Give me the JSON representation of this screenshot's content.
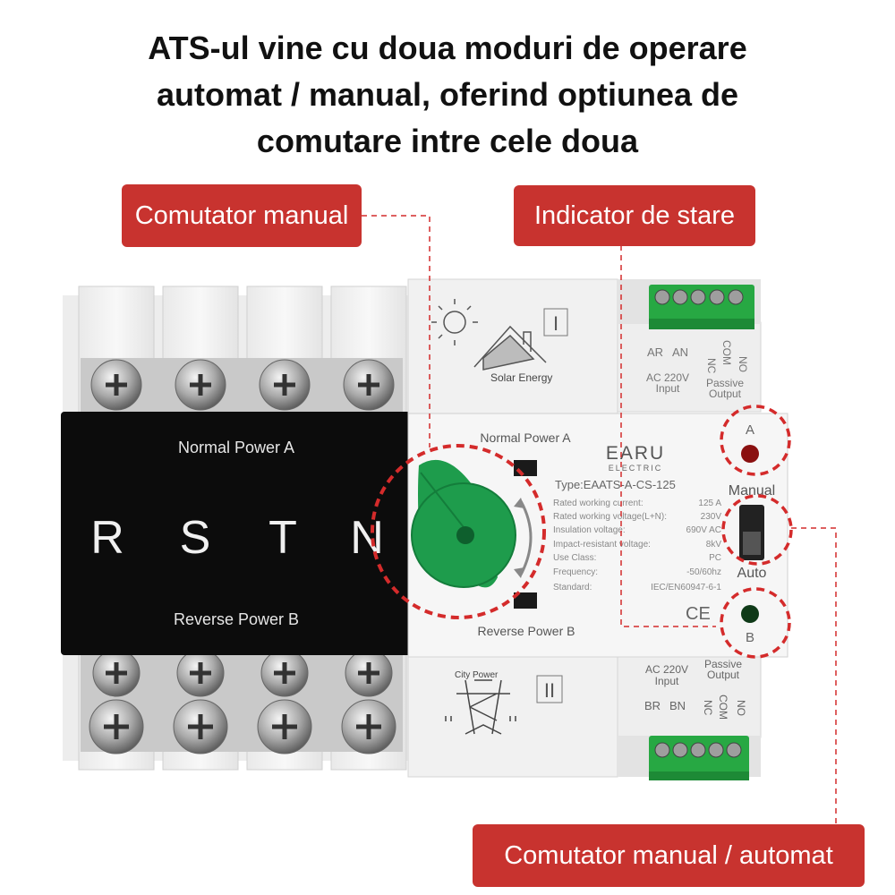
{
  "headline": {
    "line1": "ATS-ul vine cu doua moduri de operare",
    "line2": "automat / manual, oferind optiunea de",
    "line3": "comutare intre cele doua"
  },
  "callouts": {
    "manual_switch": "Comutator manual",
    "status_indicator": "Indicator de stare",
    "manual_auto_switch": "Comutator manual / automat"
  },
  "device": {
    "cover": {
      "top_label": "Normal Power A",
      "bottom_label": "Reverse Power B",
      "phases": [
        "R",
        "S",
        "T",
        "N"
      ]
    },
    "top_module": {
      "roman": "I",
      "solar_text": "Solar Energy",
      "input_label_left": "AR",
      "input_label_right": "AN",
      "input_spec_1": "AC 220V",
      "input_spec_2": "Input",
      "out_nc": "NC",
      "out_com": "COM",
      "out_no": "NO",
      "passive_1": "Passive",
      "passive_2": "Output"
    },
    "bottom_module": {
      "roman": "II",
      "city_text": "City Power",
      "input_spec_1": "AC 220V",
      "input_spec_2": "Input",
      "input_label_left": "BR",
      "input_label_right": "BN",
      "passive_1": "Passive",
      "passive_2": "Output",
      "out_nc": "NC",
      "out_com": "COM",
      "out_no": "NO"
    },
    "panel": {
      "normal_power": "Normal Power A",
      "reverse_power": "Reverse Power B",
      "brand": "EARU",
      "brand_sub": "ELECTRIC",
      "type": "Type:EAATS-A-CS-125",
      "specs": [
        {
          "label": "Rated working current:",
          "value": "125   A"
        },
        {
          "label": "Rated working voltage(L+N):",
          "value": "230V"
        },
        {
          "label": "Insulation voltage:",
          "value": "690V AC"
        },
        {
          "label": "Impact-resistant voltage:",
          "value": "8kV"
        },
        {
          "label": "Use Class:",
          "value": "PC"
        },
        {
          "label": "Frequency:",
          "value": "-50/60hz"
        },
        {
          "label": "Standard:",
          "value": "IEC/EN60947-6-1"
        }
      ],
      "ce_mark": "CE"
    },
    "indicators": {
      "a_label": "A",
      "b_label": "B",
      "manual_label": "Manual",
      "auto_label": "Auto"
    }
  },
  "colors": {
    "callout_red": "#c8332f",
    "dashed_red": "#d42b2b",
    "handle_green": "#1e9c4c",
    "terminal_green": "#27a843",
    "led_red": "#8a1010",
    "led_green": "#0f3a18",
    "cover_black": "#0c0c0c"
  }
}
